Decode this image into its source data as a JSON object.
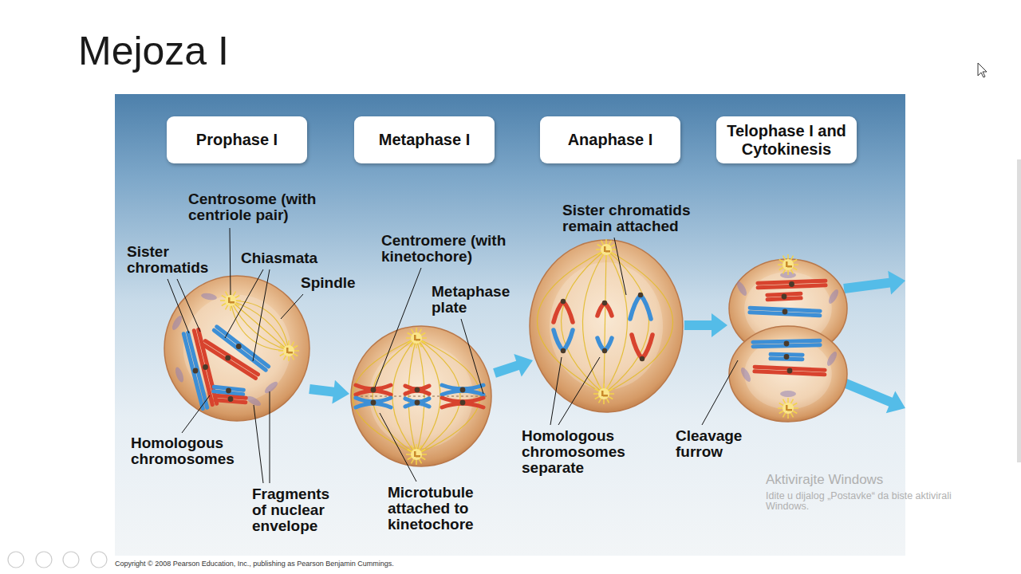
{
  "diagram": {
    "title": "Mejoza I",
    "nodes": [
      {
        "text": [
          "Prophase I"
        ]
      },
      {
        "text": [
          "Metaphase I"
        ]
      },
      {
        "text": [
          "Anaphase I"
        ]
      },
      {
        "text": [
          "Telophase I and Cytokinesis"
        ]
      }
    ],
    "labels": [
      "Centrosome (with centriole pair)",
      "Sister chromatids",
      "Chiasmata",
      "Spindle",
      "Homologous chromosomes",
      "Fragments of nuclear envelope",
      "Centromere (with kinetochore)",
      "Metaphase plate",
      "Microtubule attached to kinetochore",
      "Sister chromatids remain attached",
      "Homologous chromosomes separate",
      "Cleavage furrow",
      "Copyright © 2008 Pearson Education, Inc., publishing as Pearson Benjamin Cummings.",
      "Aktivirajte Windows",
      "Idite u dijalog „Postavke“ da biste aktivirali Windows."
    ]
  }
}
